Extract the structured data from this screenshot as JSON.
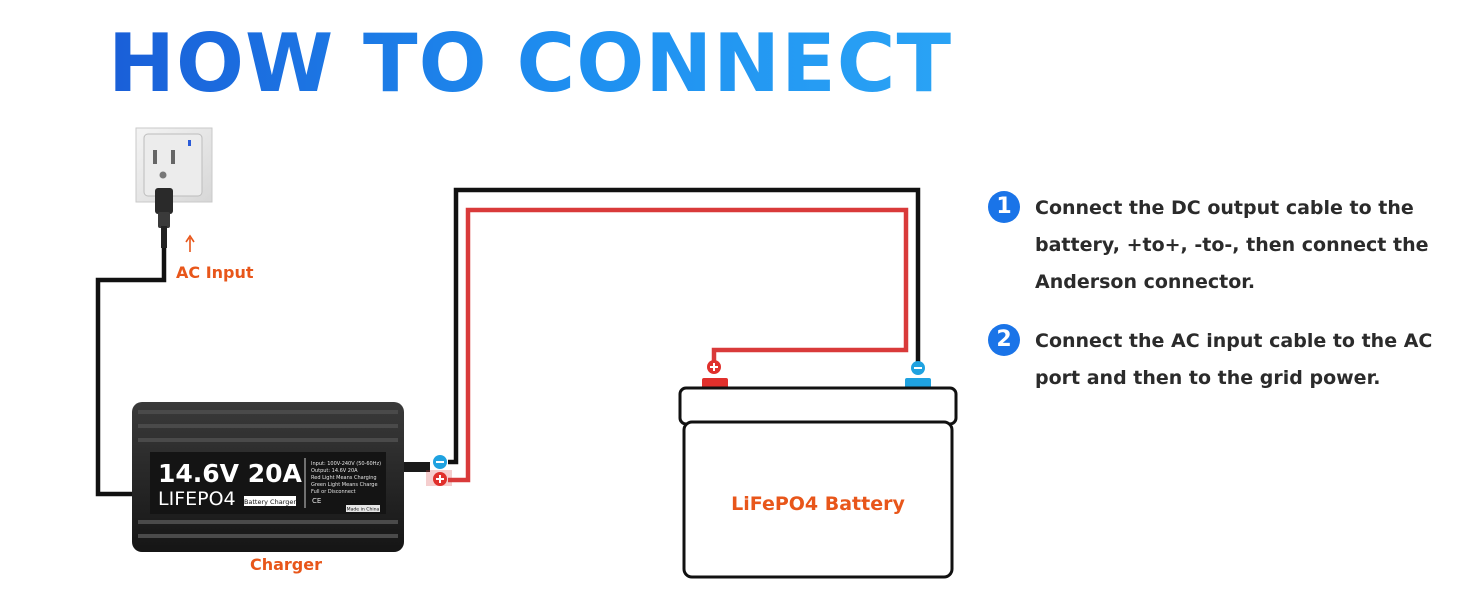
{
  "title": "HOW TO CONNECT",
  "labels": {
    "ac_input": "AC Input",
    "charger": "Charger",
    "battery": "LiFePO4 Battery"
  },
  "charger_face": {
    "rating": "14.6V 20A",
    "model": "LIFEPO4",
    "badge": "Battery Charger",
    "spec_lines": [
      "Input: 100V-240V (50-60Hz)",
      "Output: 14.6V 20A",
      "Red Light Means Charging",
      "Green Light Means Charge",
      "Full or Disconnect"
    ],
    "cert": "CE",
    "made_in": "Made in China"
  },
  "steps": [
    {
      "number": "1",
      "text": "Connect the DC output cable to the battery, +to+, -to-, then connect the Anderson connector."
    },
    {
      "number": "2",
      "text": "Connect the AC input cable to the AC port and then to the grid power."
    }
  ],
  "colors": {
    "title_start": "#1a5fd8",
    "title_end": "#2aa3f5",
    "label_orange": "#e8561a",
    "wire_red": "#d93a3a",
    "wire_black": "#111111",
    "positive_terminal": "#e0302c",
    "negative_terminal": "#1fa2e0",
    "step_badge": "#1a74e8"
  },
  "icons": {
    "arrow": "up-arrow-icon",
    "plus": "plus-icon",
    "minus": "minus-icon"
  }
}
